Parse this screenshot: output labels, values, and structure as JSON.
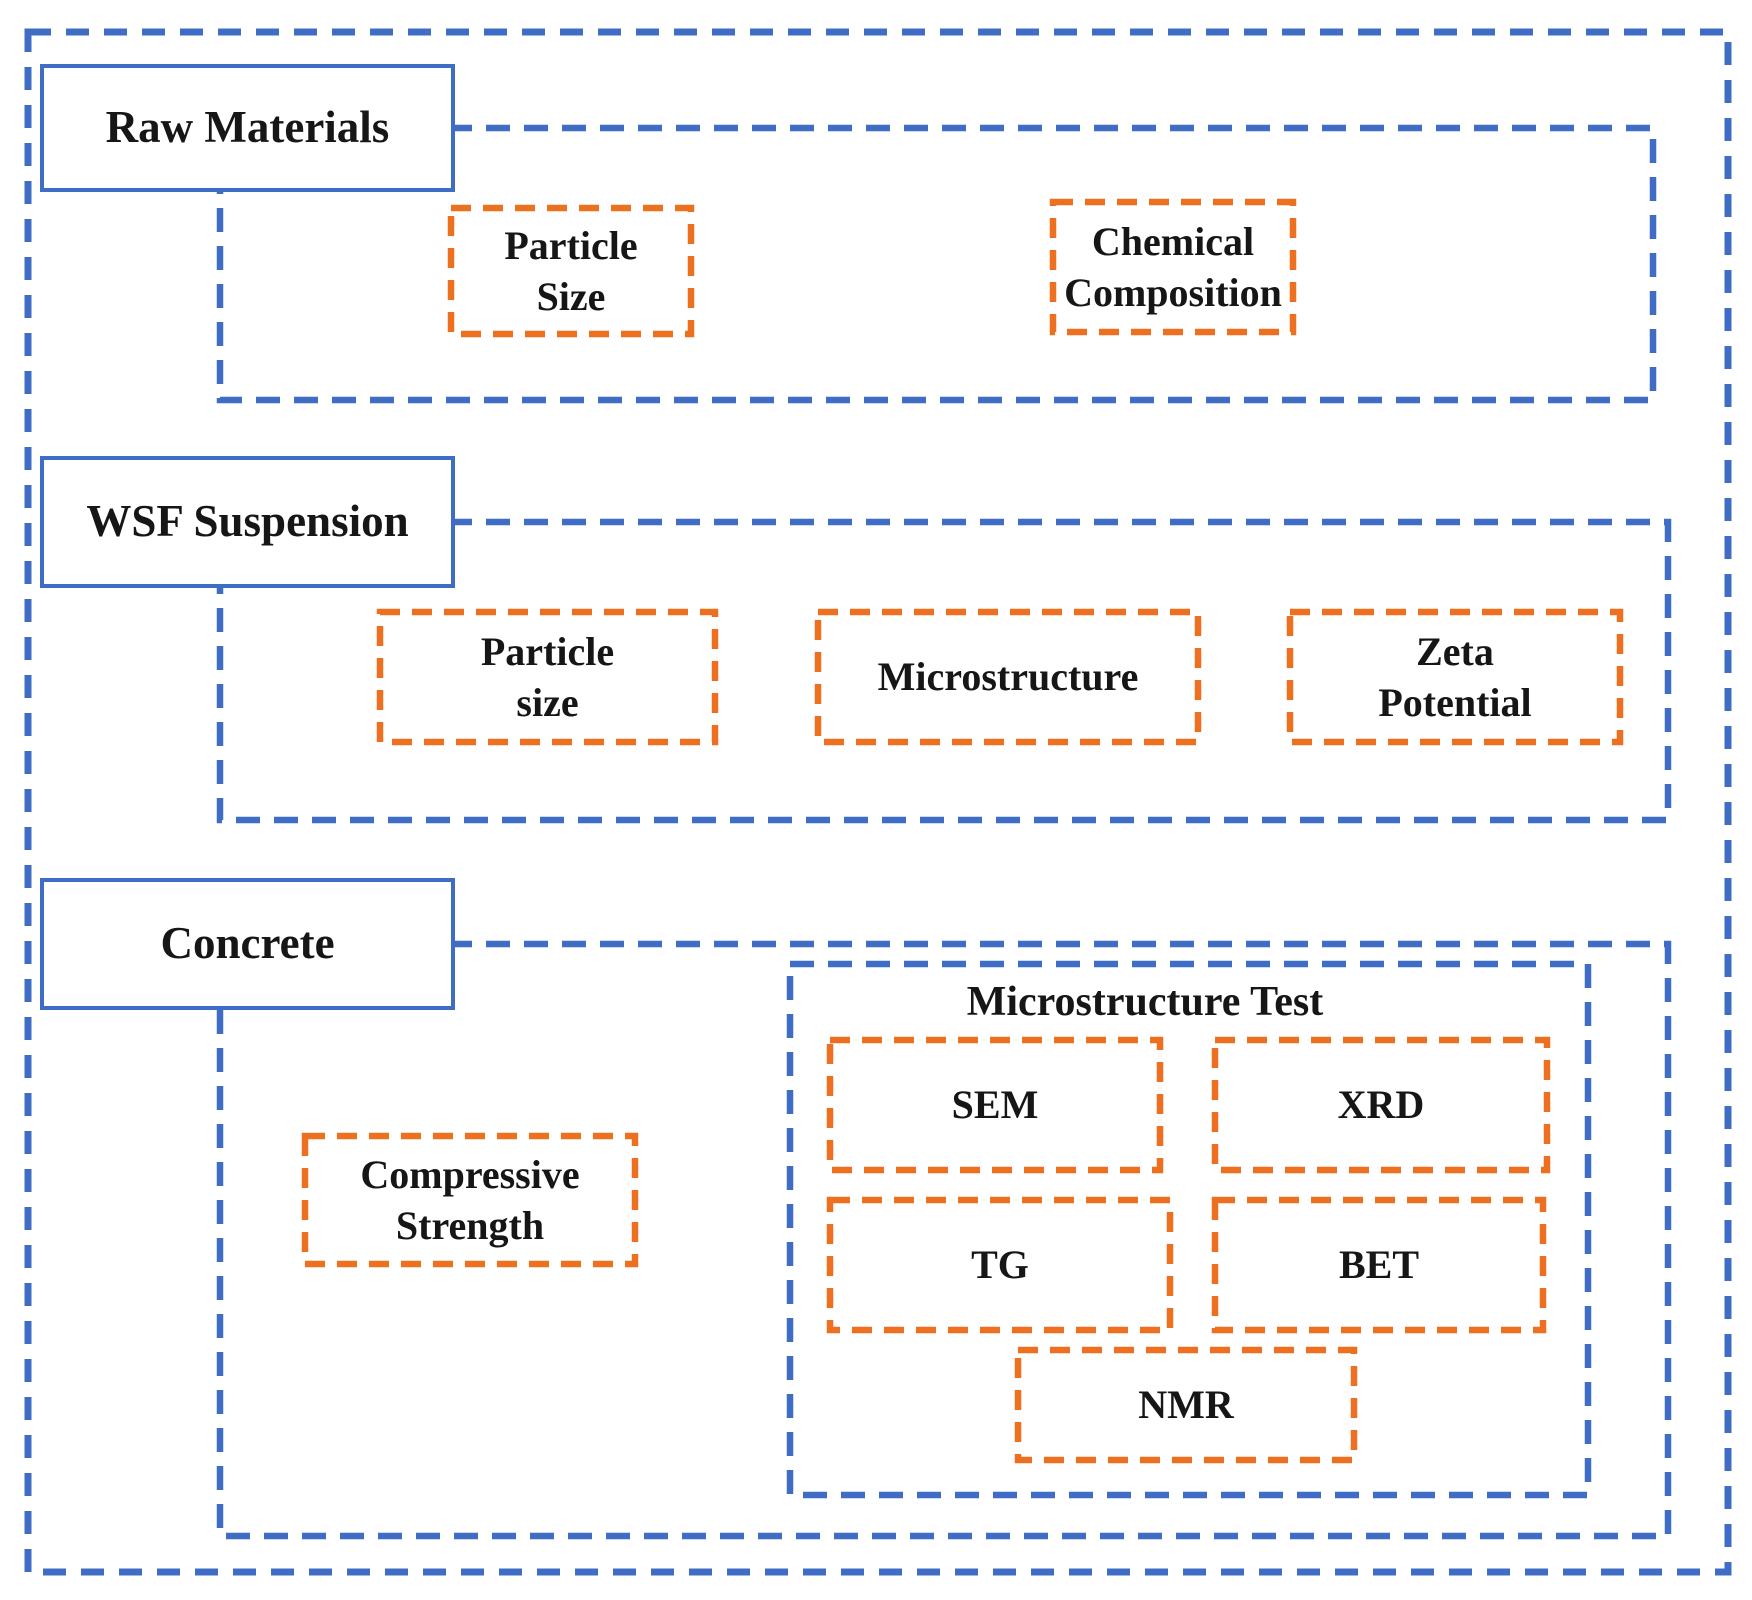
{
  "colors": {
    "blue": "#3F6DC5",
    "orange": "#ED7021",
    "text": "#161616",
    "background": "#FFFFFF"
  },
  "sections": {
    "raw_materials": {
      "label": "Raw Materials"
    },
    "wsf_suspension": {
      "label": "WSF Suspension"
    },
    "concrete": {
      "label": "Concrete"
    }
  },
  "boxes": {
    "raw_particle_size": {
      "line1": "Particle",
      "line2": "Size"
    },
    "chemical_composition": {
      "line1": "Chemical",
      "line2": "Composition"
    },
    "wsf_particle_size": {
      "line1": "Particle",
      "line2": "size"
    },
    "microstructure": {
      "line1": "Microstructure"
    },
    "zeta_potential": {
      "line1": "Zeta",
      "line2": "Potential"
    },
    "compressive_strength": {
      "line1": "Compressive",
      "line2": "Strength"
    },
    "microstructure_test": {
      "title": "Microstructure Test"
    },
    "sem": {
      "line1": "SEM"
    },
    "xrd": {
      "line1": "XRD"
    },
    "tg": {
      "line1": "TG"
    },
    "bet": {
      "line1": "BET"
    },
    "nmr": {
      "line1": "NMR"
    }
  }
}
